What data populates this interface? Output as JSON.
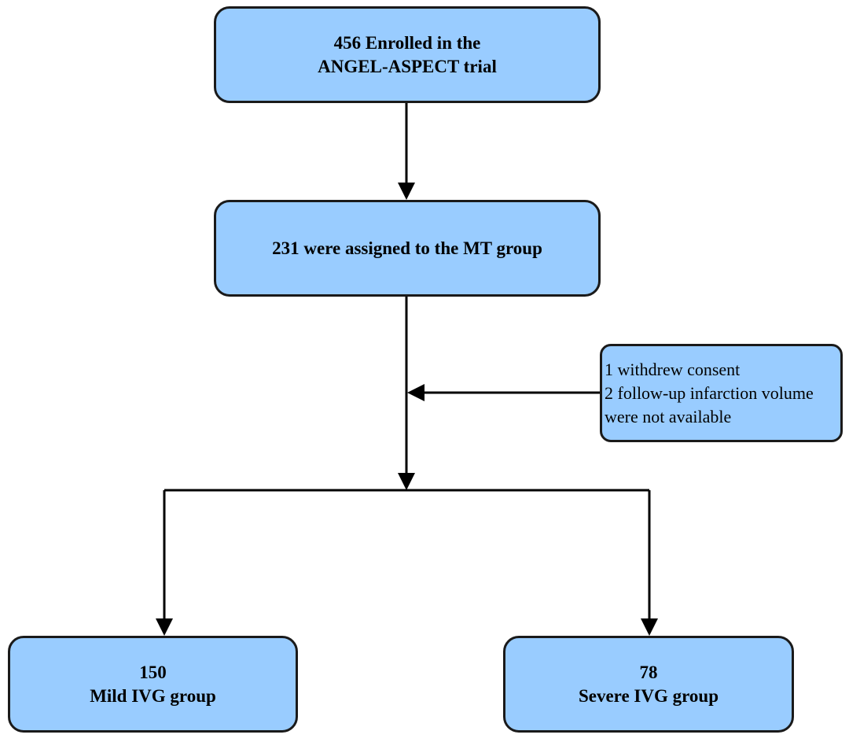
{
  "flowchart": {
    "enrolled": {
      "line1": "456 Enrolled in the",
      "line2": "ANGEL-ASPECT trial"
    },
    "assigned": {
      "line1": "231 were assigned to the MT group"
    },
    "excluded": {
      "line1": "1 withdrew consent",
      "line2": "2 follow-up infarction volume",
      "line3": "were not available"
    },
    "mild": {
      "count": "150",
      "label": "Mild IVG group"
    },
    "severe": {
      "count": "78",
      "label": "Severe IVG group"
    }
  },
  "colors": {
    "box_fill": "#99ccff",
    "box_border": "#1a1a1a",
    "line": "#000000"
  }
}
